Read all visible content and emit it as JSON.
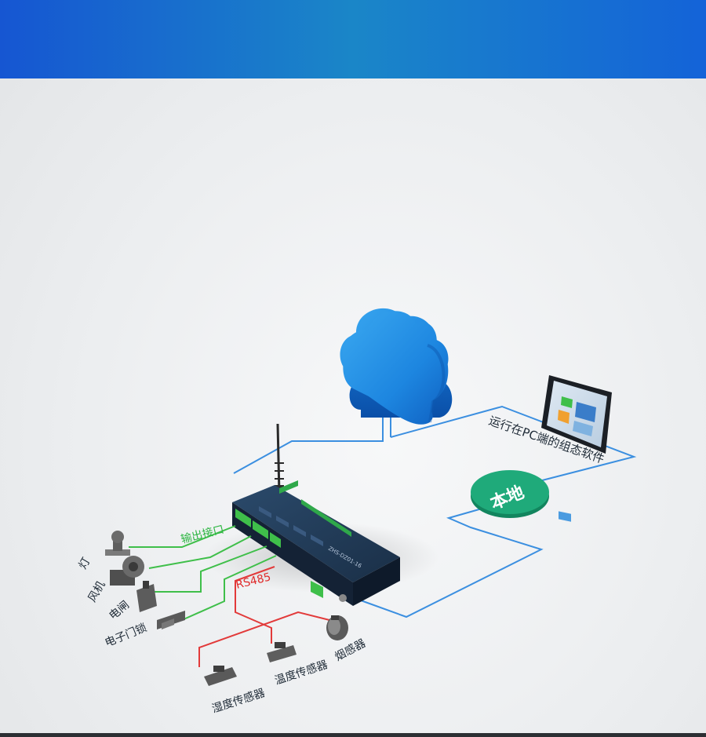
{
  "labels": {
    "output_interface": "输出接口",
    "rs485": "RS485",
    "pc_software": "运行在PC端的组态软件",
    "local": "本地",
    "device_model": "ZHS-DZ01-16"
  },
  "outputs": [
    "灯",
    "风机",
    "电闸",
    "电子门锁"
  ],
  "sensors": [
    "湿度传感器",
    "温度传感器",
    "烟感器"
  ],
  "colors": {
    "banner_start": "#1656d2",
    "banner_end": "#1463d8",
    "network_line": "#3b8fe0",
    "output_line": "#3fbf4a",
    "output_label": "#2bb540",
    "rs485_line": "#e23a3a",
    "rs485_label": "#e02a2a",
    "local_badge": "#1faa7a",
    "cloud": "#1d86e0",
    "device_body": "#1f2f45"
  }
}
